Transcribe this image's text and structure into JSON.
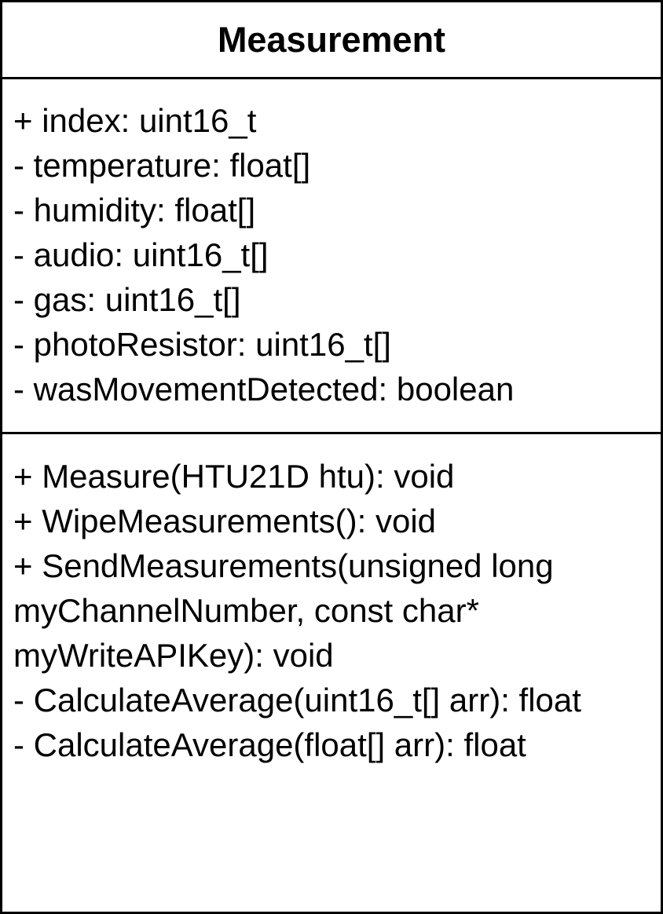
{
  "class_diagram": {
    "class_name": "Measurement",
    "attributes": [
      "+ index: uint16_t",
      "- temperature: float[]",
      "- humidity: float[]",
      "- audio: uint16_t[]",
      "- gas: uint16_t[]",
      "- photoResistor: uint16_t[]",
      "- wasMovementDetected: boolean"
    ],
    "operations": [
      "+ Measure(HTU21D htu): void",
      "+ WipeMeasurements(): void",
      "+ SendMeasurements(unsigned long myChannelNumber, const char* myWriteAPIKey): void",
      "- CalculateAverage(uint16_t[] arr): float",
      "- CalculateAverage(float[] arr): float"
    ]
  }
}
